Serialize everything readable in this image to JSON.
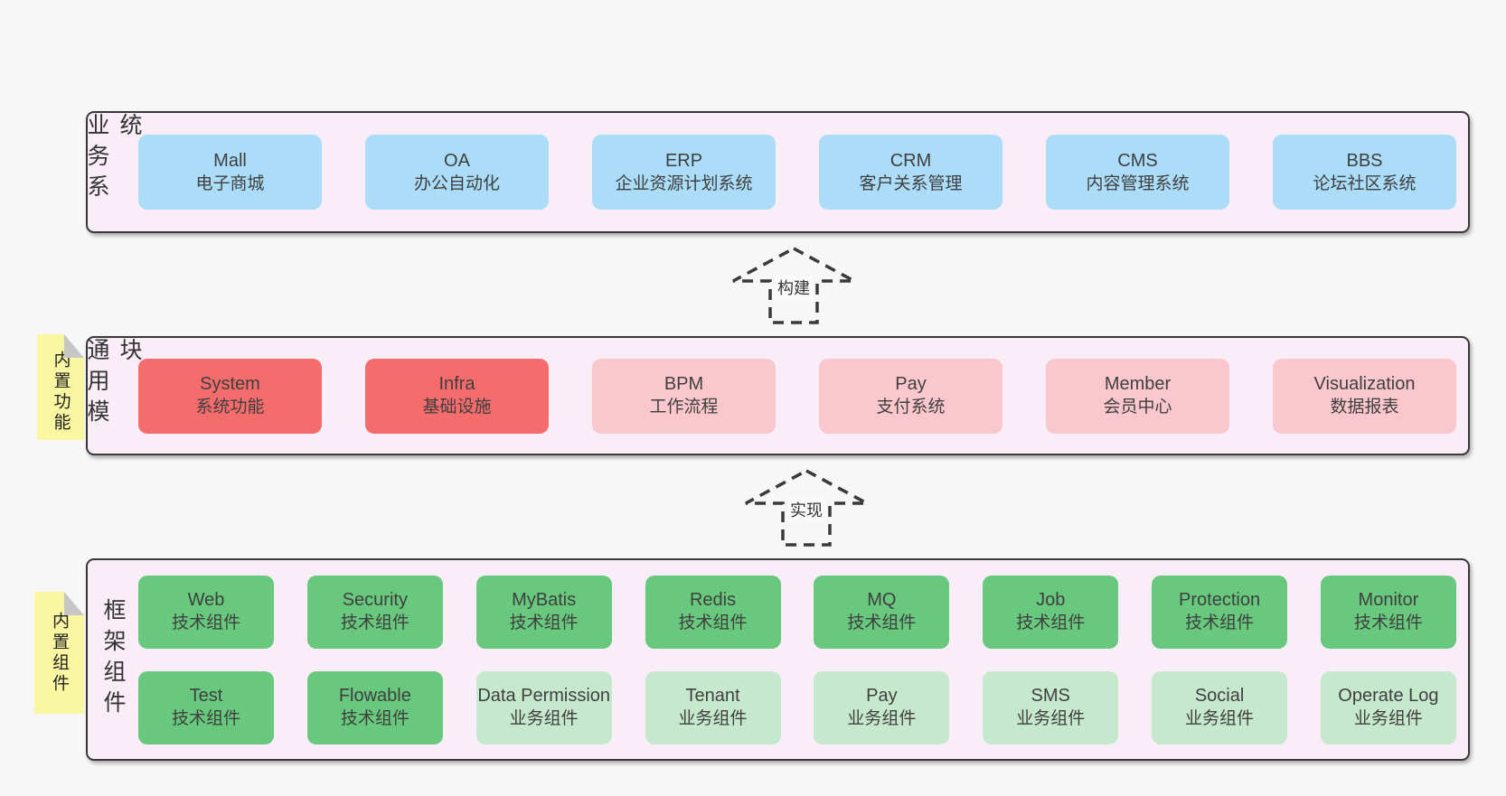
{
  "diagram": {
    "arrows": [
      {
        "label": "构建"
      },
      {
        "label": "实现"
      }
    ],
    "layers": [
      {
        "label": "业务系统",
        "boxes": [
          {
            "name": "Mall",
            "desc": "电子商城"
          },
          {
            "name": "OA",
            "desc": "办公自动化"
          },
          {
            "name": "ERP",
            "desc": "企业资源计划系统"
          },
          {
            "name": "CRM",
            "desc": "客户关系管理"
          },
          {
            "name": "CMS",
            "desc": "内容管理系统"
          },
          {
            "name": "BBS",
            "desc": "论坛社区系统"
          }
        ]
      },
      {
        "label": "通用模块",
        "sticky": "内置功能",
        "boxes": [
          {
            "name": "System",
            "desc": "系统功能"
          },
          {
            "name": "Infra",
            "desc": "基础设施"
          },
          {
            "name": "BPM",
            "desc": "工作流程"
          },
          {
            "name": "Pay",
            "desc": "支付系统"
          },
          {
            "name": "Member",
            "desc": "会员中心"
          },
          {
            "name": "Visualization",
            "desc": "数据报表"
          }
        ]
      },
      {
        "label": "框架组件",
        "sticky": "内置组件",
        "rows": [
          [
            {
              "name": "Web",
              "desc": "技术组件"
            },
            {
              "name": "Security",
              "desc": "技术组件"
            },
            {
              "name": "MyBatis",
              "desc": "技术组件"
            },
            {
              "name": "Redis",
              "desc": "技术组件"
            },
            {
              "name": "MQ",
              "desc": "技术组件"
            },
            {
              "name": "Job",
              "desc": "技术组件"
            },
            {
              "name": "Protection",
              "desc": "技术组件"
            },
            {
              "name": "Monitor",
              "desc": "技术组件"
            }
          ],
          [
            {
              "name": "Test",
              "desc": "技术组件"
            },
            {
              "name": "Flowable",
              "desc": "技术组件"
            },
            {
              "name": "Data Permission",
              "desc": "业务组件"
            },
            {
              "name": "Tenant",
              "desc": "业务组件"
            },
            {
              "name": "Pay",
              "desc": "业务组件"
            },
            {
              "name": "SMS",
              "desc": "业务组件"
            },
            {
              "name": "Social",
              "desc": "业务组件"
            },
            {
              "name": "Operate Log",
              "desc": "业务组件"
            }
          ]
        ]
      }
    ],
    "colors": {
      "canvas_bg": "#f7f7f7",
      "panel_bg": "#f9eef7",
      "panel_border": "#383838",
      "business_box": "#abdcf8",
      "core_module_box": "#f56c6c",
      "module_box": "#fbc7ce",
      "tech_component_box": "#68c87d",
      "biz_component_box": "#c6e9ce",
      "sticky_note": "#f9f7a1",
      "sticky_fold": "#c6c6c6"
    }
  }
}
